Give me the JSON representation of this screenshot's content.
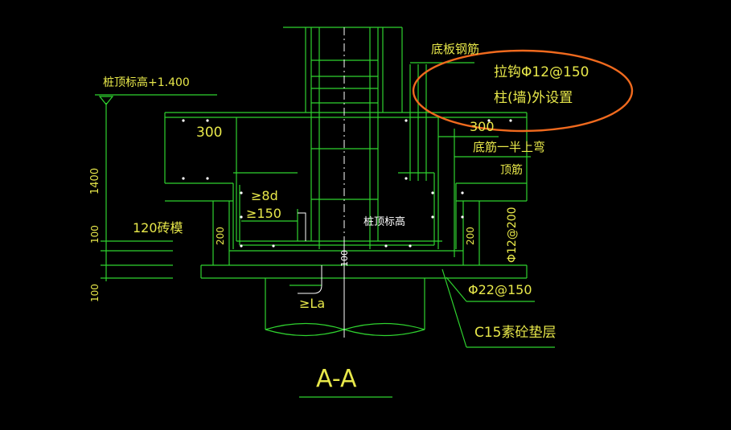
{
  "colors": {
    "background": "#000000",
    "line_green": "#2fd22f",
    "text_yellow": "#e8e84a",
    "text_green": "#2fd22f",
    "concrete_white": "#ffffff",
    "annotation_circle": "#f06a1e"
  },
  "drawing": {
    "section_title": "A-A",
    "labels": {
      "bottom_plate_rebar": "底板钢筋",
      "tie_bar": "拉钩Φ12@150",
      "column_wall_outside": "柱(墙)外设置",
      "pile_top_elev": "桩顶标高+1.400",
      "dim_300_left": "300",
      "dim_300_right": "300",
      "bottom_bar_half_up": "底筋一半上弯",
      "top_bar_truncated": "顶筋",
      "dim_1400": "1400",
      "ge_8d": "≥8d",
      "ge_150": "≥150",
      "brick_mold": "120砖模",
      "dim_100_a": "100",
      "dim_100_b": "100",
      "dim_200_left": "200",
      "dim_200_right": "200",
      "pile_top_label": "桩顶标高",
      "dim_100_center": "100",
      "phi12_200": "Φ12@200",
      "phi22_150": "Φ22@150",
      "ge_la": "≥La",
      "c15_cushion": "C15素砼垫层"
    }
  }
}
